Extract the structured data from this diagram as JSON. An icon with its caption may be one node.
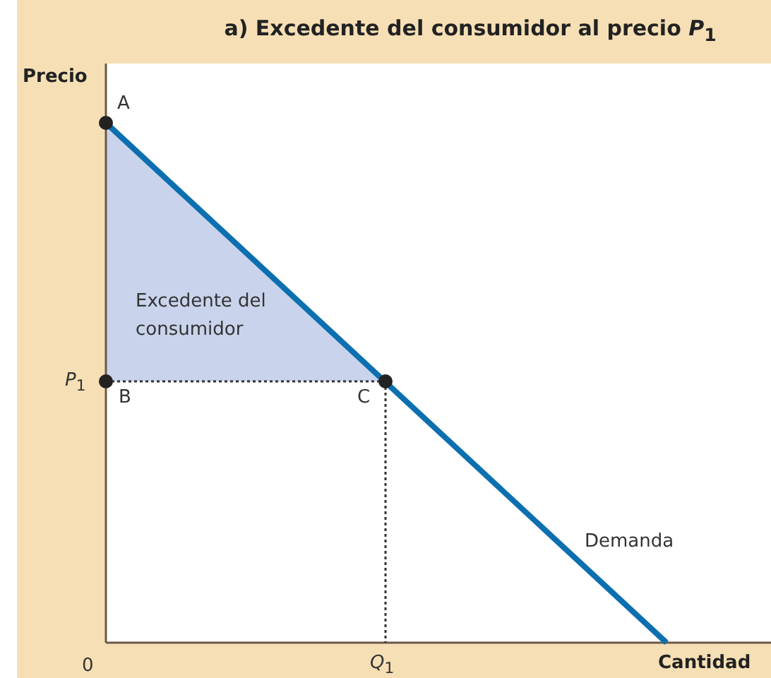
{
  "diagram": {
    "title": "a) Excedente del consumidor al precio *P*$_{1}$",
    "labels": [
      "Precio",
      "A",
      "Excedente del consumidor",
      "*P*$_{1}$",
      "B",
      "C",
      "Demanda",
      "0",
      "*Q*$_{1}$",
      "Cantidad"
    ]
  }
}
